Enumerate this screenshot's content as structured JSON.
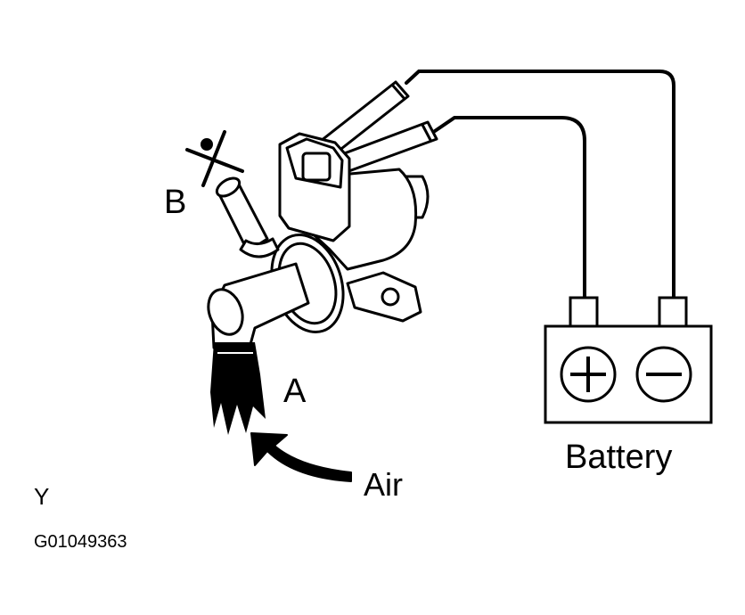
{
  "labels": {
    "port_b": "B",
    "port_a": "A",
    "air": "Air",
    "battery": "Battery",
    "figure_letter": "Y",
    "figure_code": "G01049363"
  },
  "battery": {
    "positive_symbol": "+",
    "negative_symbol": "−"
  },
  "colors": {
    "ink": "#000000",
    "paper": "#ffffff"
  }
}
